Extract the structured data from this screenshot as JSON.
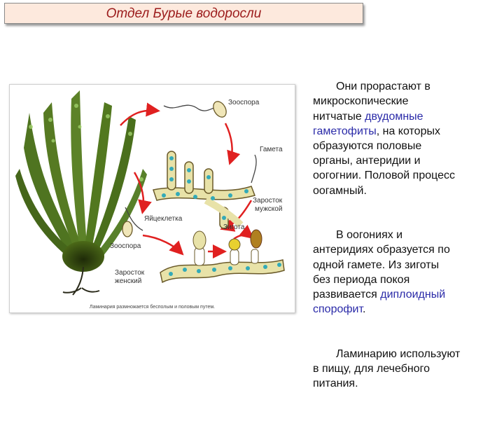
{
  "slide": {
    "title": "Отдел Бурые водоросли"
  },
  "figure": {
    "labels": {
      "zoospore_top": "Зооспора",
      "gamete": "Гамета",
      "male_1": "Заросток",
      "male_2": "мужской",
      "egg": "Яйцеклетка",
      "zygote": "Зигота",
      "zoospore_bottom": "Зооспора",
      "female_1": "Заросток",
      "female_2": "женский"
    },
    "caption": "Ламинария размножается бесполым и половым путем."
  },
  "text": {
    "p1": {
      "a": "Они прорастают в\nмикроскопические\nнитчатые ",
      "b": "двудомные\nгаметофиты",
      "c": ", на которых\nобразуются половые\nорганы, антеридии и\nоогогнии. Половой процесс\nоогамный."
    },
    "p2": {
      "a": "В оогониях  и\nантеридиях образуется по\nодной гамете. Из зиготы\nбез периода покоя\nразвивается ",
      "b": "диплоидный\nспорофит",
      "c": "."
    },
    "p3": {
      "a": "Ламинарию используют\nв пищу, для лечебного\nпитания."
    }
  },
  "colors": {
    "title": "#9b1b1b",
    "title_bg": "#fde9dd",
    "highlight": "#2a2aa8",
    "arrow": "#e02020"
  }
}
